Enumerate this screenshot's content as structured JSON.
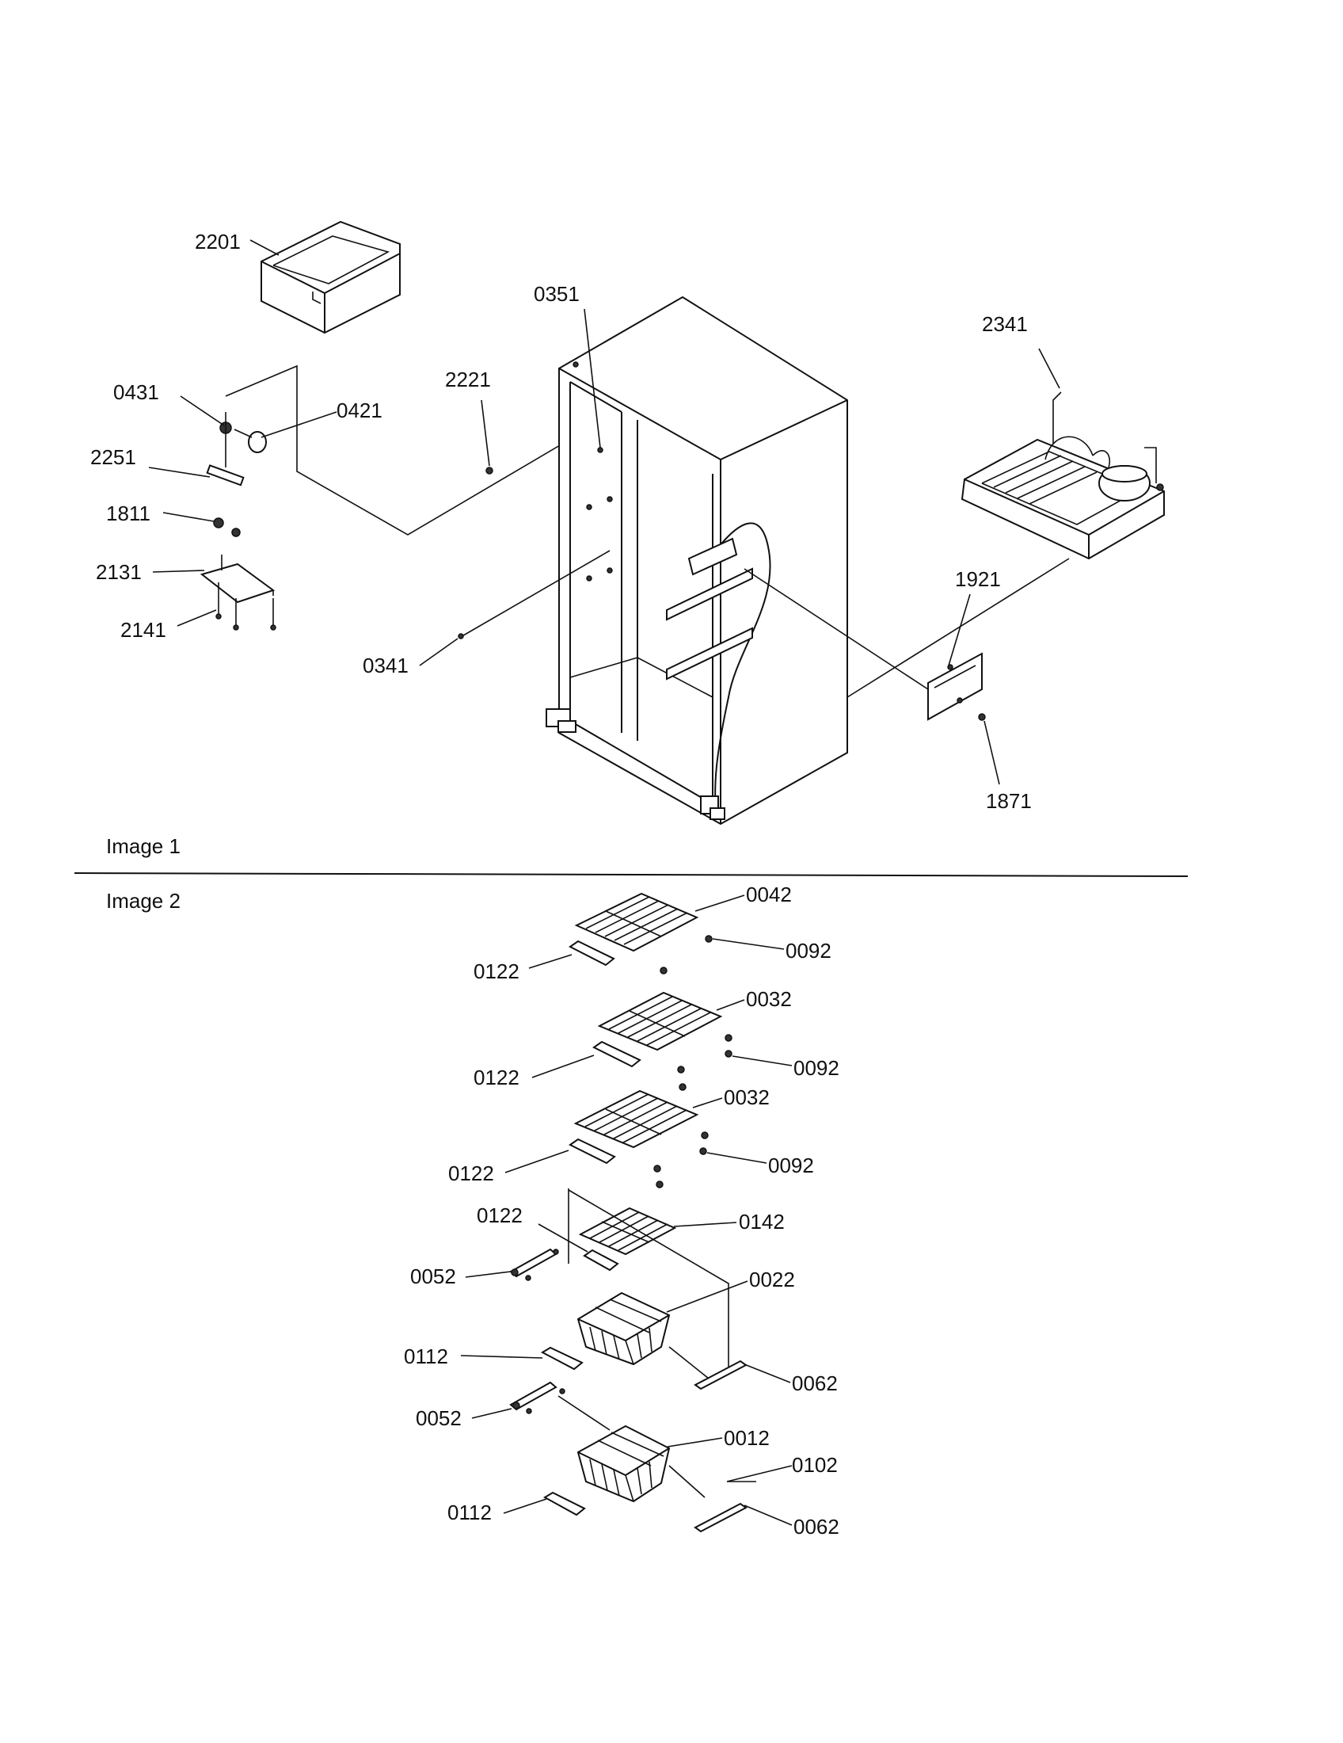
{
  "sections": {
    "image1": "Image 1",
    "image2": "Image 2"
  },
  "image1_callouts": {
    "c2201": "2201",
    "c0351": "0351",
    "c2341": "2341",
    "c0431": "0431",
    "c0421": "0421",
    "c2221": "2221",
    "c2251": "2251",
    "c1811": "1811",
    "c2131": "2131",
    "c2141": "2141",
    "c0341": "0341",
    "c1921": "1921",
    "c1871": "1871"
  },
  "image2_callouts": {
    "c0042": "0042",
    "c0092a": "0092",
    "c0122a": "0122",
    "c0032a": "0032",
    "c0122b": "0122",
    "c0092b": "0092",
    "c0032b": "0032",
    "c0122c": "0122",
    "c0092c": "0092",
    "c0122d": "0122",
    "c0142": "0142",
    "c0052a": "0052",
    "c0022": "0022",
    "c0112a": "0112",
    "c0062a": "0062",
    "c0052b": "0052",
    "c0012": "0012",
    "c0102": "0102",
    "c0112b": "0112",
    "c0062b": "0062"
  }
}
